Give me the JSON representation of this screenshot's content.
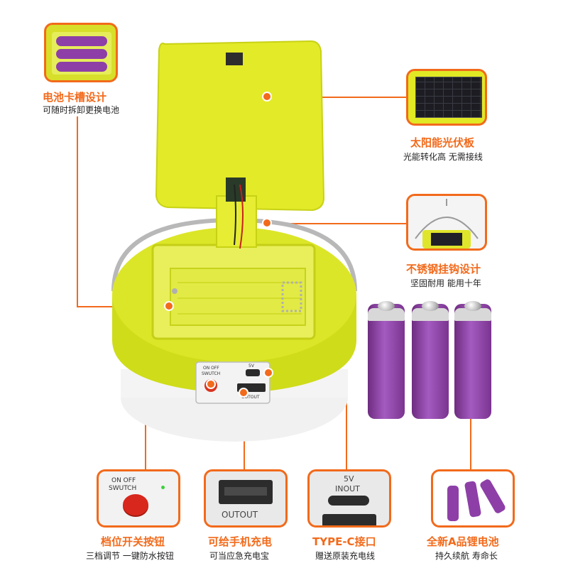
{
  "callouts": {
    "battery_slot": {
      "title": "电池卡槽设计",
      "subtitle": "可随时拆卸更换电池"
    },
    "solar_panel": {
      "title": "太阳能光伏板",
      "subtitle": "光能转化高 无需接线"
    },
    "hook": {
      "title": "不锈钢挂钩设计",
      "subtitle": "坚固耐用 能用十年"
    },
    "switch": {
      "title": "档位开关按钮",
      "subtitle": "三档调节 一键防水按钮"
    },
    "usb_out": {
      "title": "可给手机充电",
      "subtitle": "可当应急充电宝"
    },
    "typec": {
      "title": "TYPE-C接口",
      "subtitle": "赠送原装充电线"
    },
    "batteries": {
      "title": "全新A品锂电池",
      "subtitle": "持久续航 寿命长"
    }
  },
  "device_labels": {
    "on_off": "ON OFF",
    "switch": "SWUTCH",
    "five_v": "5V",
    "inout": "INOUT",
    "outout": "OUTOUT"
  },
  "colors": {
    "accent": "#f26a1b",
    "body_yellow": "#d6e21a",
    "battery_purple": "#8c3fa3"
  }
}
